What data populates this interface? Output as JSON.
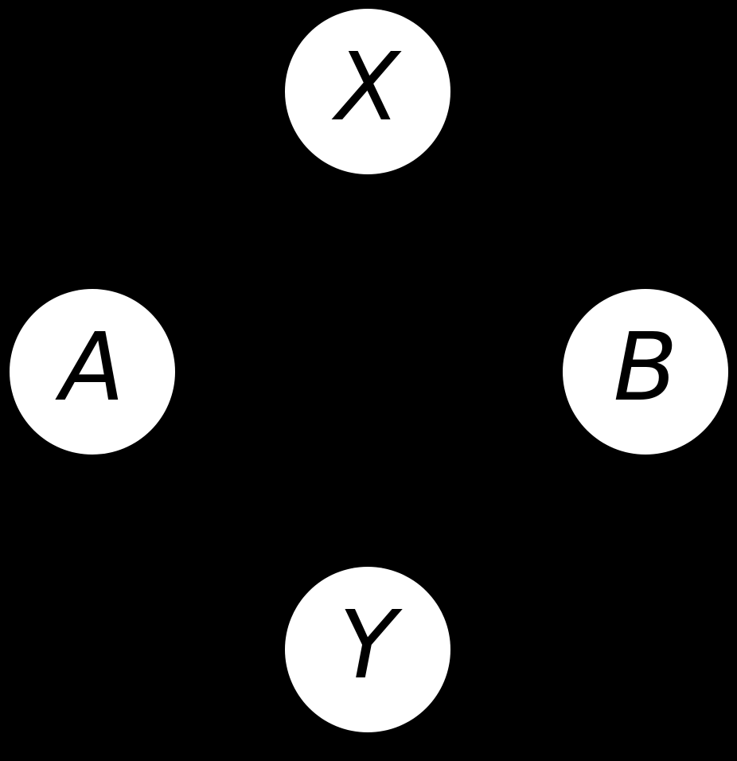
{
  "diagram": {
    "type": "node-graph",
    "background_color": "#000000",
    "node_fill_color": "#ffffff",
    "node_label_color": "#000000",
    "edges_visible": false,
    "nodes": [
      {
        "id": "X",
        "label": "X",
        "position": "top"
      },
      {
        "id": "A",
        "label": "A",
        "position": "left"
      },
      {
        "id": "B",
        "label": "B",
        "position": "right"
      },
      {
        "id": "Y",
        "label": "Y",
        "position": "bottom"
      }
    ]
  }
}
